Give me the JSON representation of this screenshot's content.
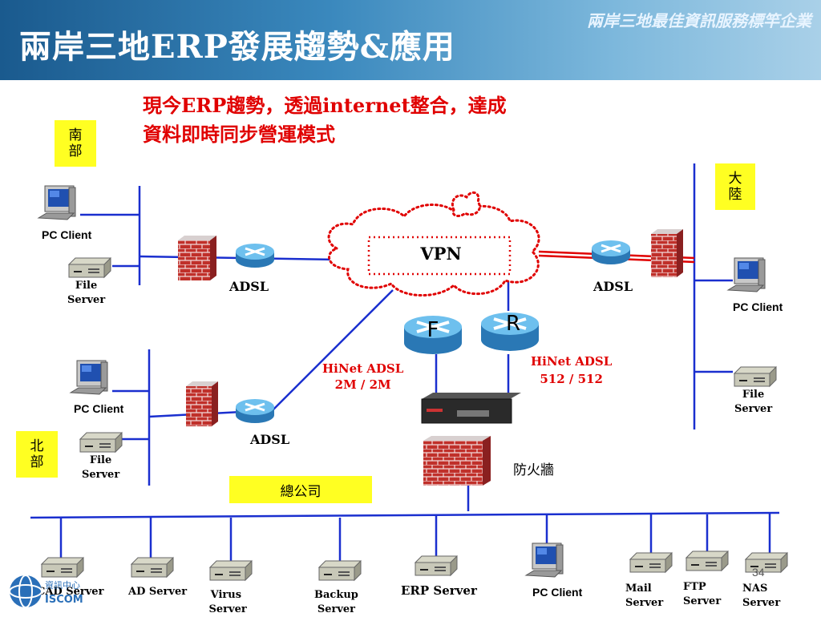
{
  "banner": {
    "title": "兩岸三地ERP發展趨勢&應用",
    "tagline": "兩岸三地最佳資訊服務標竿企業"
  },
  "headline": {
    "line1": "現今ERP趨勢，透過internet整合，達成",
    "line2": "資料即時同步營運模式"
  },
  "regions": {
    "south": "南\n部",
    "mainland": "大\n陸",
    "north": "北\n部",
    "hq": "總公司"
  },
  "network": {
    "vpn": "VPN",
    "adsl": "ADSL",
    "hinet_left": "HiNet  ADSL\n2M / 2M",
    "hinet_right": "HiNet  ADSL\n512 / 512",
    "router_f": "F",
    "router_r": "R",
    "firewall": "防火牆"
  },
  "labels": {
    "pc_client": "PC Client",
    "file_server": "File\nServer"
  },
  "hq_servers": [
    "CAD Server",
    "AD Server",
    "Virus\n Server",
    "Backup\nServer",
    "ERP Server",
    "PC Client",
    "Mail\nServer",
    "FTP\nServer",
    "NAS\nServer"
  ],
  "logo": {
    "line1": "資訊中心",
    "line2": "ISCOM"
  },
  "page_number": "34",
  "colors": {
    "line": "#1a2fcf",
    "vpn": "#e00000",
    "headline": "#e00000",
    "region_bg": "#ffff22",
    "router": "#3a9ad6",
    "brick": "#c0302a"
  }
}
